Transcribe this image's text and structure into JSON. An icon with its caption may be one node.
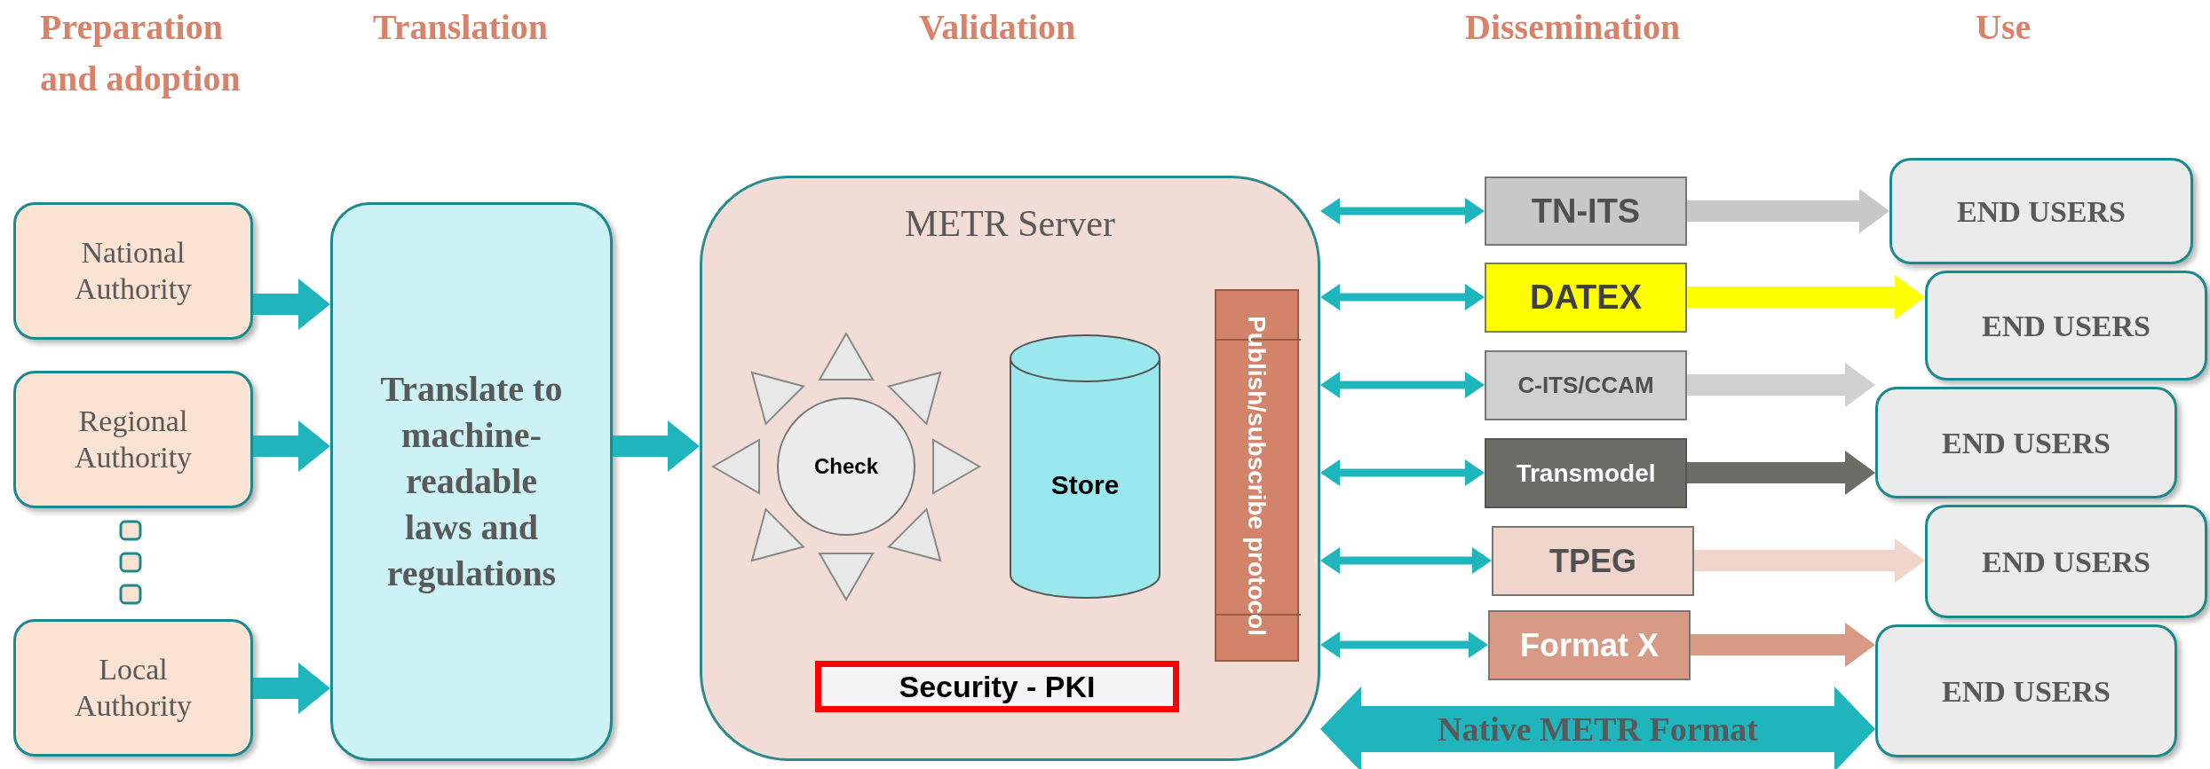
{
  "diagram": {
    "nodes": [
      {
        "text": [
          "National Authority"
        ]
      },
      {
        "text": [
          "Regional Authority"
        ]
      },
      {
        "text": [
          "Local Authority"
        ]
      },
      {
        "text": [
          "Translate to machine-readable laws and regulations"
        ]
      },
      {
        "text": [
          "METR Server"
        ]
      },
      {
        "text": [
          "Check"
        ],
        "in": 4
      },
      {
        "text": [
          "Store"
        ],
        "in": 4
      },
      {
        "text": [
          "Publish/subscribe protocol"
        ],
        "in": 4
      },
      {
        "text": [
          "Security - PKI"
        ],
        "in": 4
      },
      {
        "text": [
          "TN-ITS"
        ]
      },
      {
        "text": [
          "DATEX"
        ]
      },
      {
        "text": [
          "C-ITS/CCAM"
        ]
      },
      {
        "text": [
          "Transmodel"
        ]
      },
      {
        "text": [
          "TPEG"
        ]
      },
      {
        "text": [
          "Format X"
        ]
      },
      {
        "text": [
          "END USERS"
        ]
      },
      {
        "text": [
          "END USERS"
        ]
      },
      {
        "text": [
          "END USERS"
        ]
      },
      {
        "text": [
          "END USERS"
        ]
      },
      {
        "text": [
          "END USERS"
        ]
      }
    ],
    "edges": [
      {
        "from": 0,
        "to": 3,
        "arrow": "to"
      },
      {
        "from": 1,
        "to": 3,
        "arrow": "to"
      },
      {
        "from": 2,
        "to": 3,
        "arrow": "to"
      },
      {
        "from": 3,
        "to": 4,
        "arrow": "to"
      },
      {
        "from": 4,
        "to": 9,
        "arrow": "both"
      },
      {
        "from": 4,
        "to": 10,
        "arrow": "both"
      },
      {
        "from": 4,
        "to": 11,
        "arrow": "both"
      },
      {
        "from": 4,
        "to": 12,
        "arrow": "both"
      },
      {
        "from": 4,
        "to": 13,
        "arrow": "both"
      },
      {
        "from": 4,
        "to": 14,
        "arrow": "both"
      },
      {
        "from": 9,
        "to": 15,
        "arrow": "to",
        "color": "#c8c8c8"
      },
      {
        "from": 10,
        "to": 16,
        "arrow": "to",
        "color": "#ffff00"
      },
      {
        "from": 11,
        "to": 17,
        "arrow": "to",
        "color": "#d0d0d0"
      },
      {
        "from": 12,
        "to": 17,
        "arrow": "to",
        "color": "#6b6d66"
      },
      {
        "from": 13,
        "to": 18,
        "arrow": "to",
        "color": "#f0d5cc"
      },
      {
        "from": 14,
        "to": 19,
        "arrow": "to",
        "color": "#d99a85"
      },
      {
        "from": 4,
        "to": 19,
        "arrow": "both",
        "label": "Native METR Format",
        "style": "thick"
      }
    ],
    "labels": [
      "Preparation and adoption",
      "Translation",
      "Validation",
      "Dissemination",
      "Use"
    ]
  }
}
